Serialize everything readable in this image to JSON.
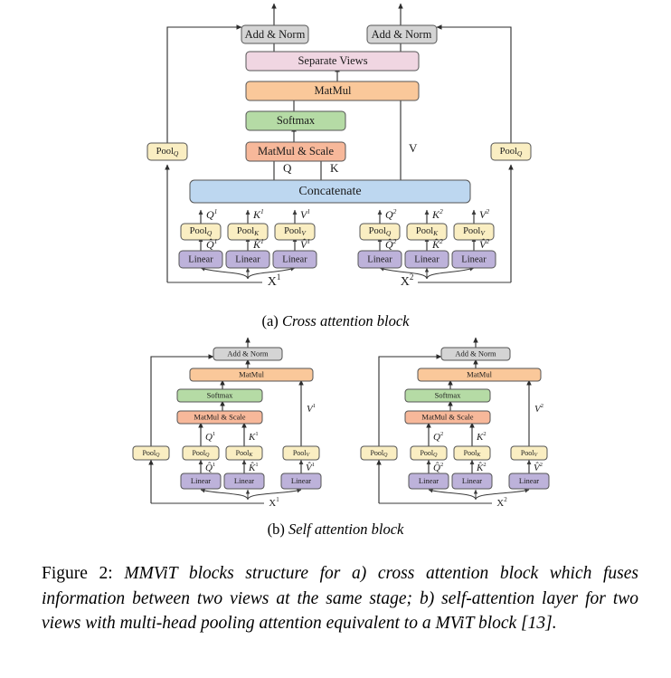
{
  "figure": {
    "number_label": "Figure 2:",
    "caption": "MMViT blocks structure for a) cross attention block which fuses information between two views at the same stage; b) self-attention layer for two views with multi-head pooling attention equivalent to a MViT block [13]."
  },
  "subcaptions": {
    "a_label": "(a)",
    "a_text": "Cross attention block",
    "b_label": "(b)",
    "b_text": "Self attention block"
  },
  "colors": {
    "add_norm": "#d4d4d4",
    "separate_views": "#f0d6e2",
    "matmul": "#fac89a",
    "matmul_scale": "#f7b89a",
    "softmax": "#b5dba5",
    "concatenate": "#bdd7f0",
    "pool": "#faeec2",
    "linear": "#bdb2da",
    "stroke": "#555555",
    "wire": "#2b2b2b"
  },
  "panel_a": {
    "name": "cross-attention-block",
    "blocks": {
      "add_norm_left": "Add & Norm",
      "add_norm_right": "Add & Norm",
      "separate_views": "Separate Views",
      "matmul": "MatMul",
      "softmax": "Softmax",
      "matmul_scale": "MatMul & Scale",
      "concatenate": "Concatenate",
      "pool_q_skip_left": "Pool",
      "pool_q_skip_left_sub": "Q",
      "pool_q_skip_right": "Pool",
      "pool_q_skip_right_sub": "Q"
    },
    "wire_labels": {
      "q": "Q",
      "k": "K",
      "v": "V"
    },
    "view1": {
      "input": "X",
      "input_sup": "1",
      "pools": [
        {
          "label": "Pool",
          "sub": "Q",
          "out": "Q",
          "out_sup": "1",
          "in": "Q̂",
          "in_sup": "1"
        },
        {
          "label": "Pool",
          "sub": "K",
          "out": "K",
          "out_sup": "1",
          "in": "K̂",
          "in_sup": "1"
        },
        {
          "label": "Pool",
          "sub": "V",
          "out": "V",
          "out_sup": "1",
          "in": "V̂",
          "in_sup": "1"
        }
      ],
      "linear": "Linear"
    },
    "view2": {
      "input": "X",
      "input_sup": "2",
      "pools": [
        {
          "label": "Pool",
          "sub": "Q",
          "out": "Q",
          "out_sup": "2",
          "in": "Q̂",
          "in_sup": "2"
        },
        {
          "label": "Pool",
          "sub": "K",
          "out": "K",
          "out_sup": "2",
          "in": "K̂",
          "in_sup": "2"
        },
        {
          "label": "Pool",
          "sub": "V",
          "out": "V",
          "out_sup": "2",
          "in": "V̂",
          "in_sup": "2"
        }
      ],
      "linear": "Linear"
    }
  },
  "panel_b": {
    "name": "self-attention-block",
    "branch1": {
      "add_norm": "Add & Norm",
      "matmul": "MatMul",
      "softmax": "Softmax",
      "matmul_scale": "MatMul & Scale",
      "pool_q_skip": "Pool",
      "pool_q_skip_sub": "Q",
      "input": "X",
      "input_sup": "1",
      "v_label": "V",
      "v_sup": "1",
      "linear": "Linear",
      "pools": [
        {
          "label": "Pool",
          "sub": "Q",
          "out": "Q",
          "out_sup": "1",
          "in": "Q̂",
          "in_sup": "1"
        },
        {
          "label": "Pool",
          "sub": "K",
          "out": "K",
          "out_sup": "1",
          "in": "K̂",
          "in_sup": "1"
        },
        {
          "label": "Pool",
          "sub": "V",
          "out": "",
          "out_sup": "",
          "in": "V̂",
          "in_sup": "1"
        }
      ]
    },
    "branch2": {
      "add_norm": "Add & Norm",
      "matmul": "MatMul",
      "softmax": "Softmax",
      "matmul_scale": "MatMul & Scale",
      "pool_q_skip": "Pool",
      "pool_q_skip_sub": "Q",
      "input": "X",
      "input_sup": "2",
      "v_label": "V",
      "v_sup": "2",
      "linear": "Linear",
      "pools": [
        {
          "label": "Pool",
          "sub": "Q",
          "out": "Q",
          "out_sup": "2",
          "in": "Q̂",
          "in_sup": "2"
        },
        {
          "label": "Pool",
          "sub": "K",
          "out": "K",
          "out_sup": "2",
          "in": "K̂",
          "in_sup": "2"
        },
        {
          "label": "Pool",
          "sub": "V",
          "out": "",
          "out_sup": "",
          "in": "V̂",
          "in_sup": "2"
        }
      ]
    }
  }
}
